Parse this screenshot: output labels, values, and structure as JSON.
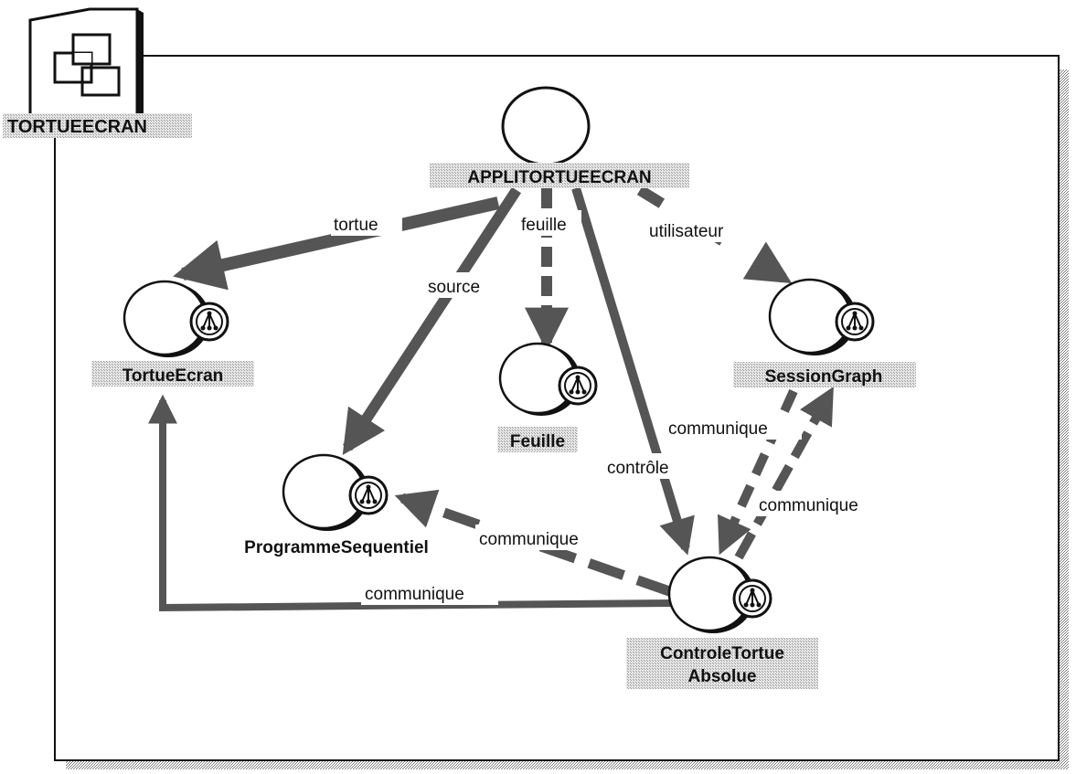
{
  "package": {
    "title": "TORTUEECRAN",
    "icon": "package-folder-icon"
  },
  "nodes": {
    "root": {
      "label": "APPLITORTUEECRAN"
    },
    "tortue_ecran": {
      "label": "TortueEcran",
      "icon": "class-hierarchy-icon"
    },
    "feuille": {
      "label": "Feuille",
      "icon": "class-hierarchy-icon"
    },
    "session_graph": {
      "label": "SessionGraph",
      "icon": "class-hierarchy-icon"
    },
    "programme_sequentiel": {
      "label": "ProgrammeSequentiel",
      "icon": "class-hierarchy-icon"
    },
    "controle_tortue": {
      "label_line1": "ControleTortue",
      "label_line2": "Absolue",
      "icon": "class-hierarchy-icon"
    }
  },
  "edges": {
    "tortue": "tortue",
    "source": "source",
    "feuille": "feuille",
    "utilisateur": "utilisateur",
    "controle": "contrôle",
    "comm_session_to_controle": "communique",
    "comm_controle_to_session": "communique",
    "comm_controle_to_programme": "communique",
    "comm_controle_to_tortue": "communique"
  },
  "colors": {
    "arrow": "#5a5a5a",
    "shadow": "#3a3a3a",
    "label_bg": "#d4d4d4"
  }
}
